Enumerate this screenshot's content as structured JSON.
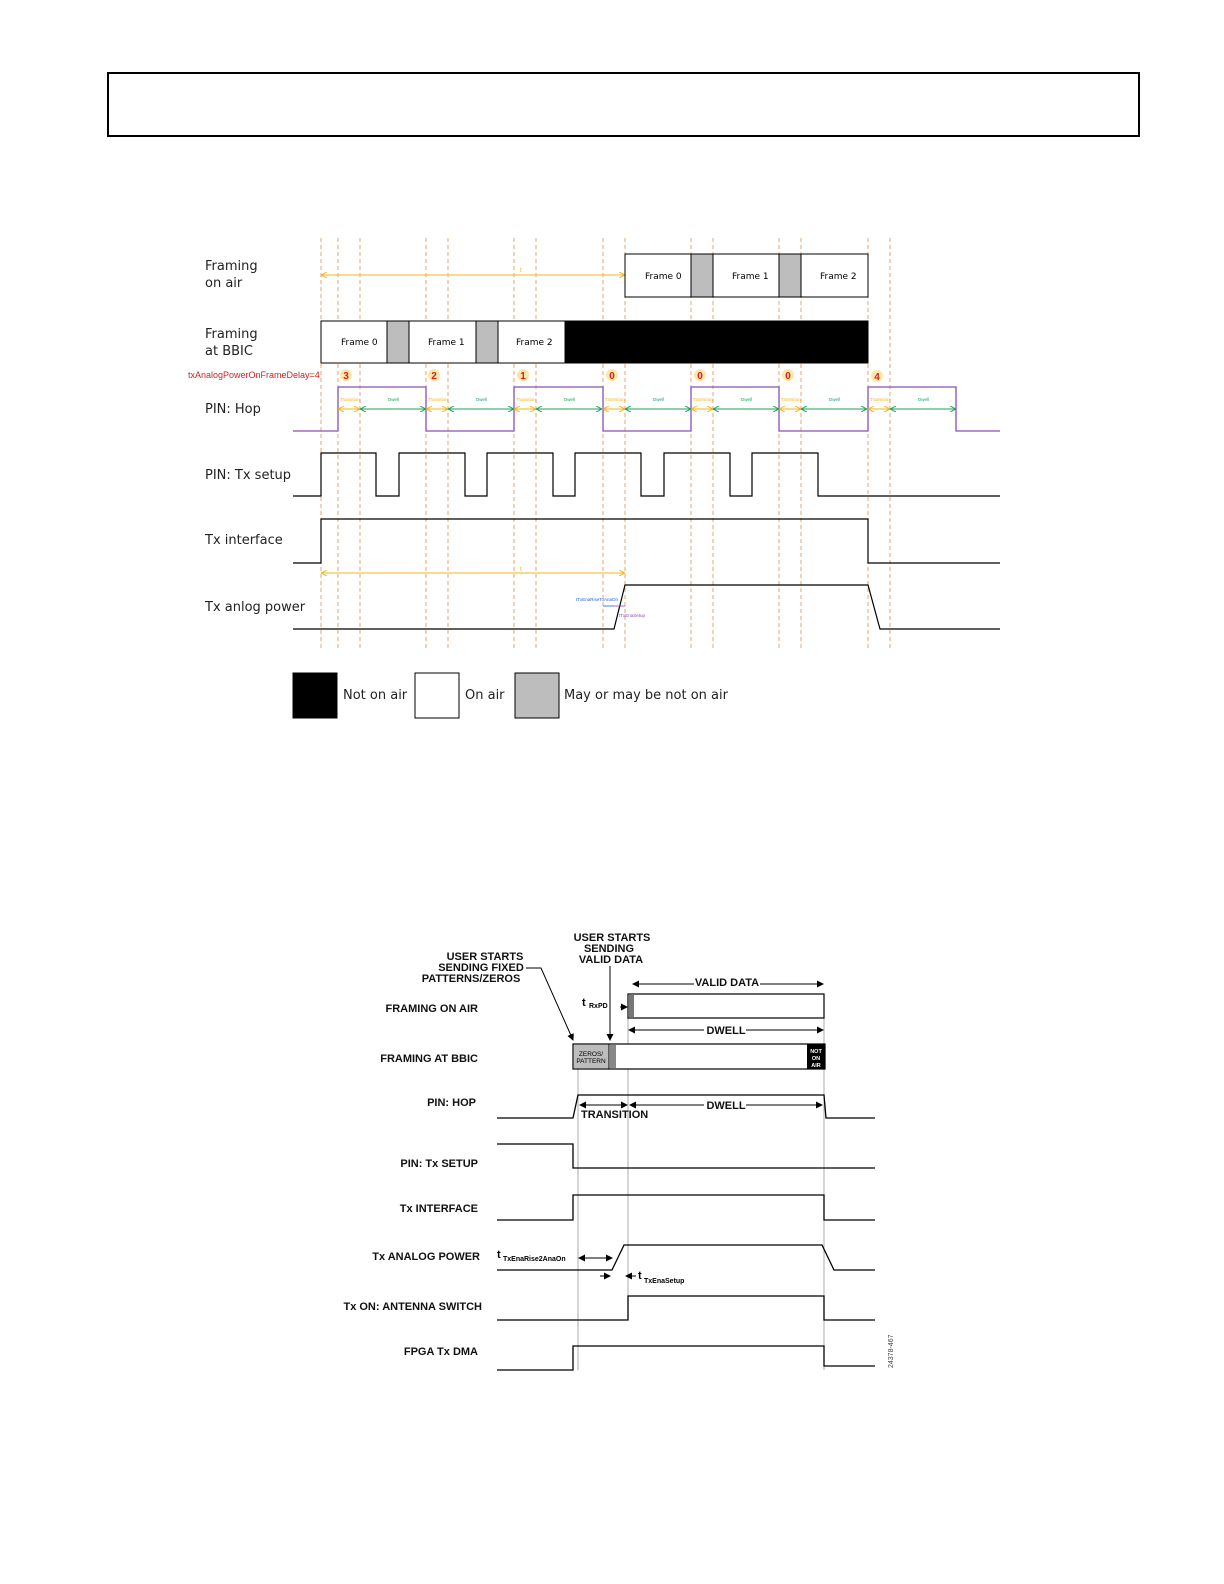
{
  "diagram1": {
    "rows": {
      "framing_on_air": [
        "Framing",
        "on air"
      ],
      "framing_at_bbic": [
        "Framing",
        "at BBIC"
      ],
      "pin_hop": "PIN: Hop",
      "pin_tx_setup": "PIN: Tx setup",
      "tx_interface": "Tx interface",
      "tx_analog_power": "Tx anlog power"
    },
    "delay_param": "txAnalogPowerOnFrameDelay=4",
    "delay_counts": [
      "3",
      "2",
      "1",
      "0",
      "0",
      "0",
      "4"
    ],
    "air_frames": [
      "Frame 0",
      "Frame 1",
      "Frame 2"
    ],
    "bbic_frames": [
      "Frame 0",
      "Frame 1",
      "Frame 2"
    ],
    "arrow_label": "t",
    "transition_label": "Transition",
    "dwell_label": "Dwell",
    "tiny_label_1": "tTxEnaRiseToAnaOn",
    "tiny_label_2": "tTxEnaSetup",
    "legend": {
      "not_on_air": "Not on air",
      "on_air": "On air",
      "maybe": "May or may be not on air"
    },
    "colors": {
      "guide": "#e8a56e",
      "hop": "#8a4fb3",
      "dwell": "#19a35a",
      "transition": "#f2b51b",
      "delay": "#d62020"
    }
  },
  "diagram2": {
    "annot_fixed": [
      "USER STARTS",
      "SENDING FIXED",
      "PATTERNS/ZEROS"
    ],
    "annot_valid": [
      "USER STARTS",
      "SENDING",
      "VALID DATA"
    ],
    "valid_data": "VALID DATA",
    "dwell_top": "DWELL",
    "dwell_hop": "DWELL",
    "transition": "TRANSITION",
    "t_rxpd": {
      "main": "t",
      "sub": "RxPD"
    },
    "t_rise": {
      "main": "t",
      "sub": "TxEnaRise2AnaOn"
    },
    "t_setup": {
      "main": "t",
      "sub": "TxEnaSetup"
    },
    "zeros": [
      "ZEROS/",
      "PATTERN"
    ],
    "not_on_air": [
      "NOT",
      "ON",
      "AIR"
    ],
    "rows": {
      "framing_on_air": "FRAMING ON AIR",
      "framing_at_bbic": "FRAMING AT BBIC",
      "pin_hop": "PIN: HOP",
      "pin_tx_setup": "PIN: Tx SETUP",
      "tx_interface": "Tx INTERFACE",
      "tx_analog_power": "Tx ANALOG POWER",
      "tx_on_antenna": "Tx ON: ANTENNA SWITCH",
      "fpga_tx_dma": "FPGA Tx DMA"
    },
    "figure_id": "24378-467"
  }
}
